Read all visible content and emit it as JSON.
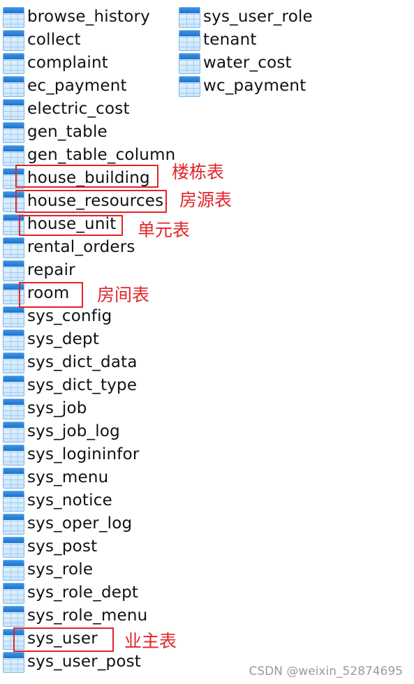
{
  "tables_left": [
    "browse_history",
    "collect",
    "complaint",
    "ec_payment",
    "electric_cost",
    "gen_table",
    "gen_table_column",
    "house_building",
    "house_resources",
    "house_unit",
    "rental_orders",
    "repair",
    "room",
    "sys_config",
    "sys_dept",
    "sys_dict_data",
    "sys_dict_type",
    "sys_job",
    "sys_job_log",
    "sys_logininfor",
    "sys_menu",
    "sys_notice",
    "sys_oper_log",
    "sys_post",
    "sys_role",
    "sys_role_dept",
    "sys_role_menu",
    "sys_user",
    "sys_user_post"
  ],
  "tables_right": [
    "sys_user_role",
    "tenant",
    "water_cost",
    "wc_payment"
  ],
  "annotations": {
    "house_building": "楼栋表",
    "house_resources": "房源表",
    "house_unit": "单元表",
    "room": "房间表",
    "sys_user": "业主表"
  },
  "watermark": "CSDN @weixin_52874695",
  "colors": {
    "highlight": "#e0242a",
    "icon_header": "#1f73cc"
  },
  "icon": "database-table-icon"
}
